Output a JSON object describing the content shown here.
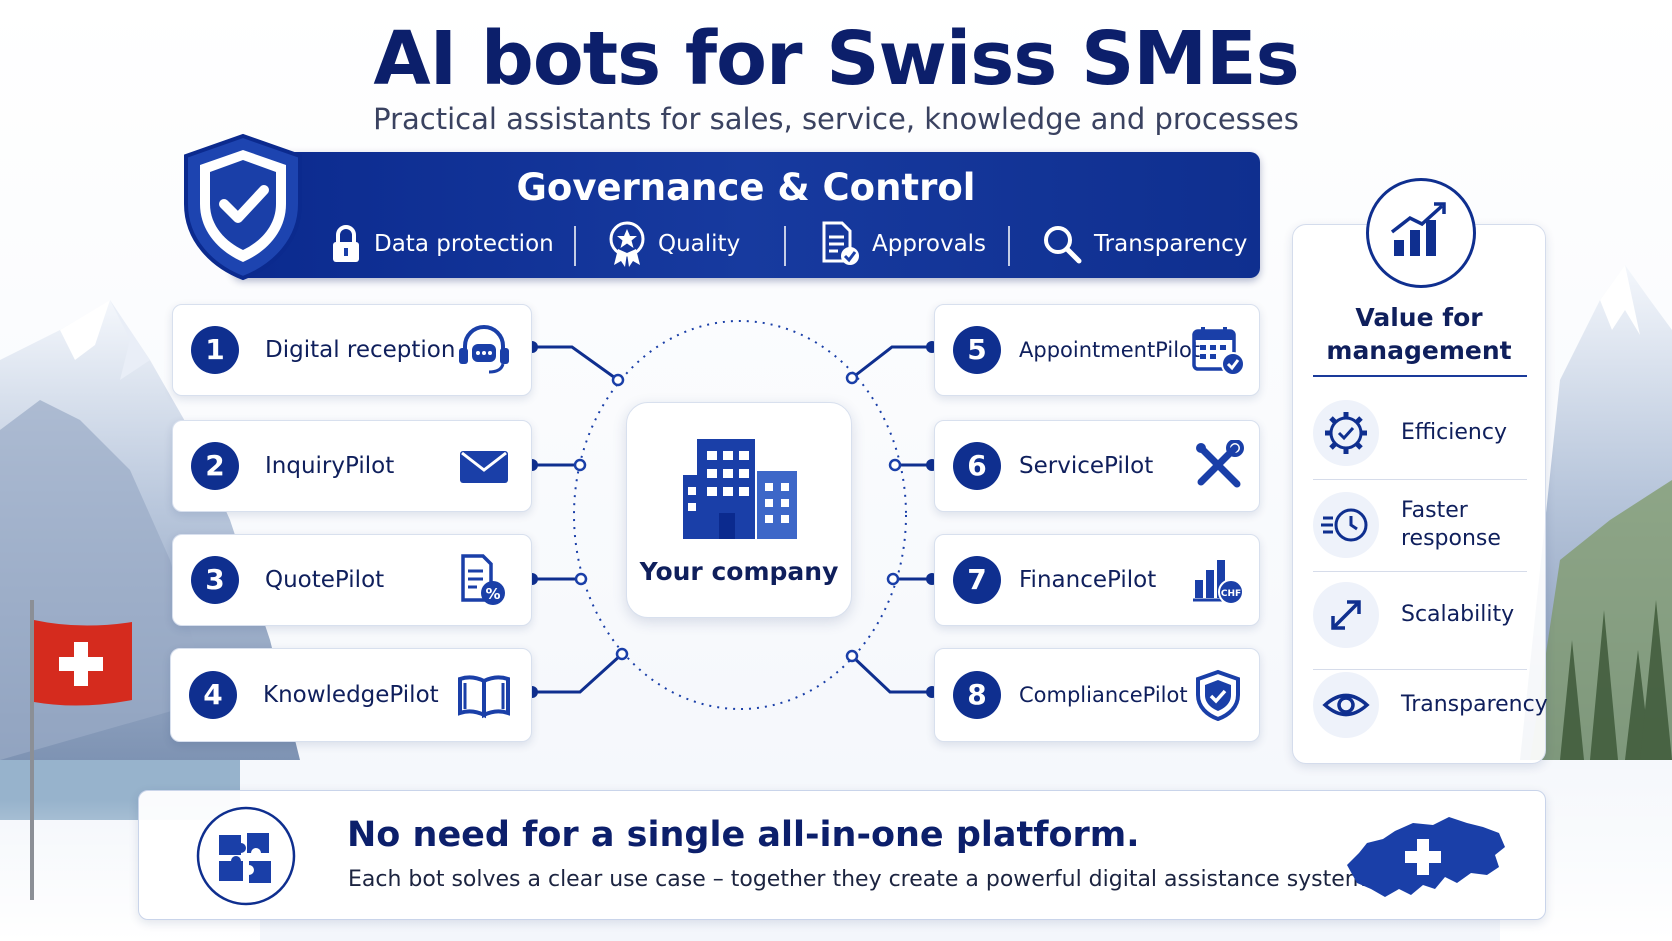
{
  "header": {
    "title": "AI bots for Swiss SMEs",
    "subtitle": "Practical assistants for sales, service, knowledge and processes"
  },
  "governance": {
    "title": "Governance & Control",
    "items": [
      {
        "label": "Data protection",
        "icon": "lock-icon"
      },
      {
        "label": "Quality",
        "icon": "award-icon"
      },
      {
        "label": "Approvals",
        "icon": "document-check-icon"
      },
      {
        "label": "Transparency",
        "icon": "magnifier-icon"
      }
    ]
  },
  "center": {
    "label": "Your company"
  },
  "bots_left": [
    {
      "number": "1",
      "label": "Digital reception",
      "icon": "headset-chat-icon"
    },
    {
      "number": "2",
      "label": "InquiryPilot",
      "icon": "envelope-icon"
    },
    {
      "number": "3",
      "label": "QuotePilot",
      "icon": "document-percent-icon"
    },
    {
      "number": "4",
      "label": "KnowledgePilot",
      "icon": "open-book-icon"
    }
  ],
  "bots_right": [
    {
      "number": "5",
      "label": "AppointmentPilot",
      "icon": "calendar-check-icon"
    },
    {
      "number": "6",
      "label": "ServicePilot",
      "icon": "tools-icon"
    },
    {
      "number": "7",
      "label": "FinancePilot",
      "icon": "chart-chf-icon",
      "badge": "CHF"
    },
    {
      "number": "8",
      "label": "CompliancePilot",
      "icon": "shield-check-icon"
    }
  ],
  "value_panel": {
    "title_line1": "Value for",
    "title_line2": "management",
    "items": [
      {
        "label": "Efficiency",
        "icon": "gear-check-icon"
      },
      {
        "label": "Faster",
        "label2": "response",
        "icon": "fast-clock-icon"
      },
      {
        "label": "Scalability",
        "icon": "diagonal-arrows-icon"
      },
      {
        "label": "Transparency",
        "icon": "eye-icon"
      }
    ]
  },
  "bottom": {
    "heading": "No need for a single all-in-one platform.",
    "text": "Each bot solves a clear use case – together they create a powerful digital assistance system."
  },
  "colors": {
    "navy": "#0c1f6b",
    "accent_blue": "#1a3fa8",
    "panel_blue": "#0f2f8f",
    "swiss_red": "#d52b1e"
  }
}
